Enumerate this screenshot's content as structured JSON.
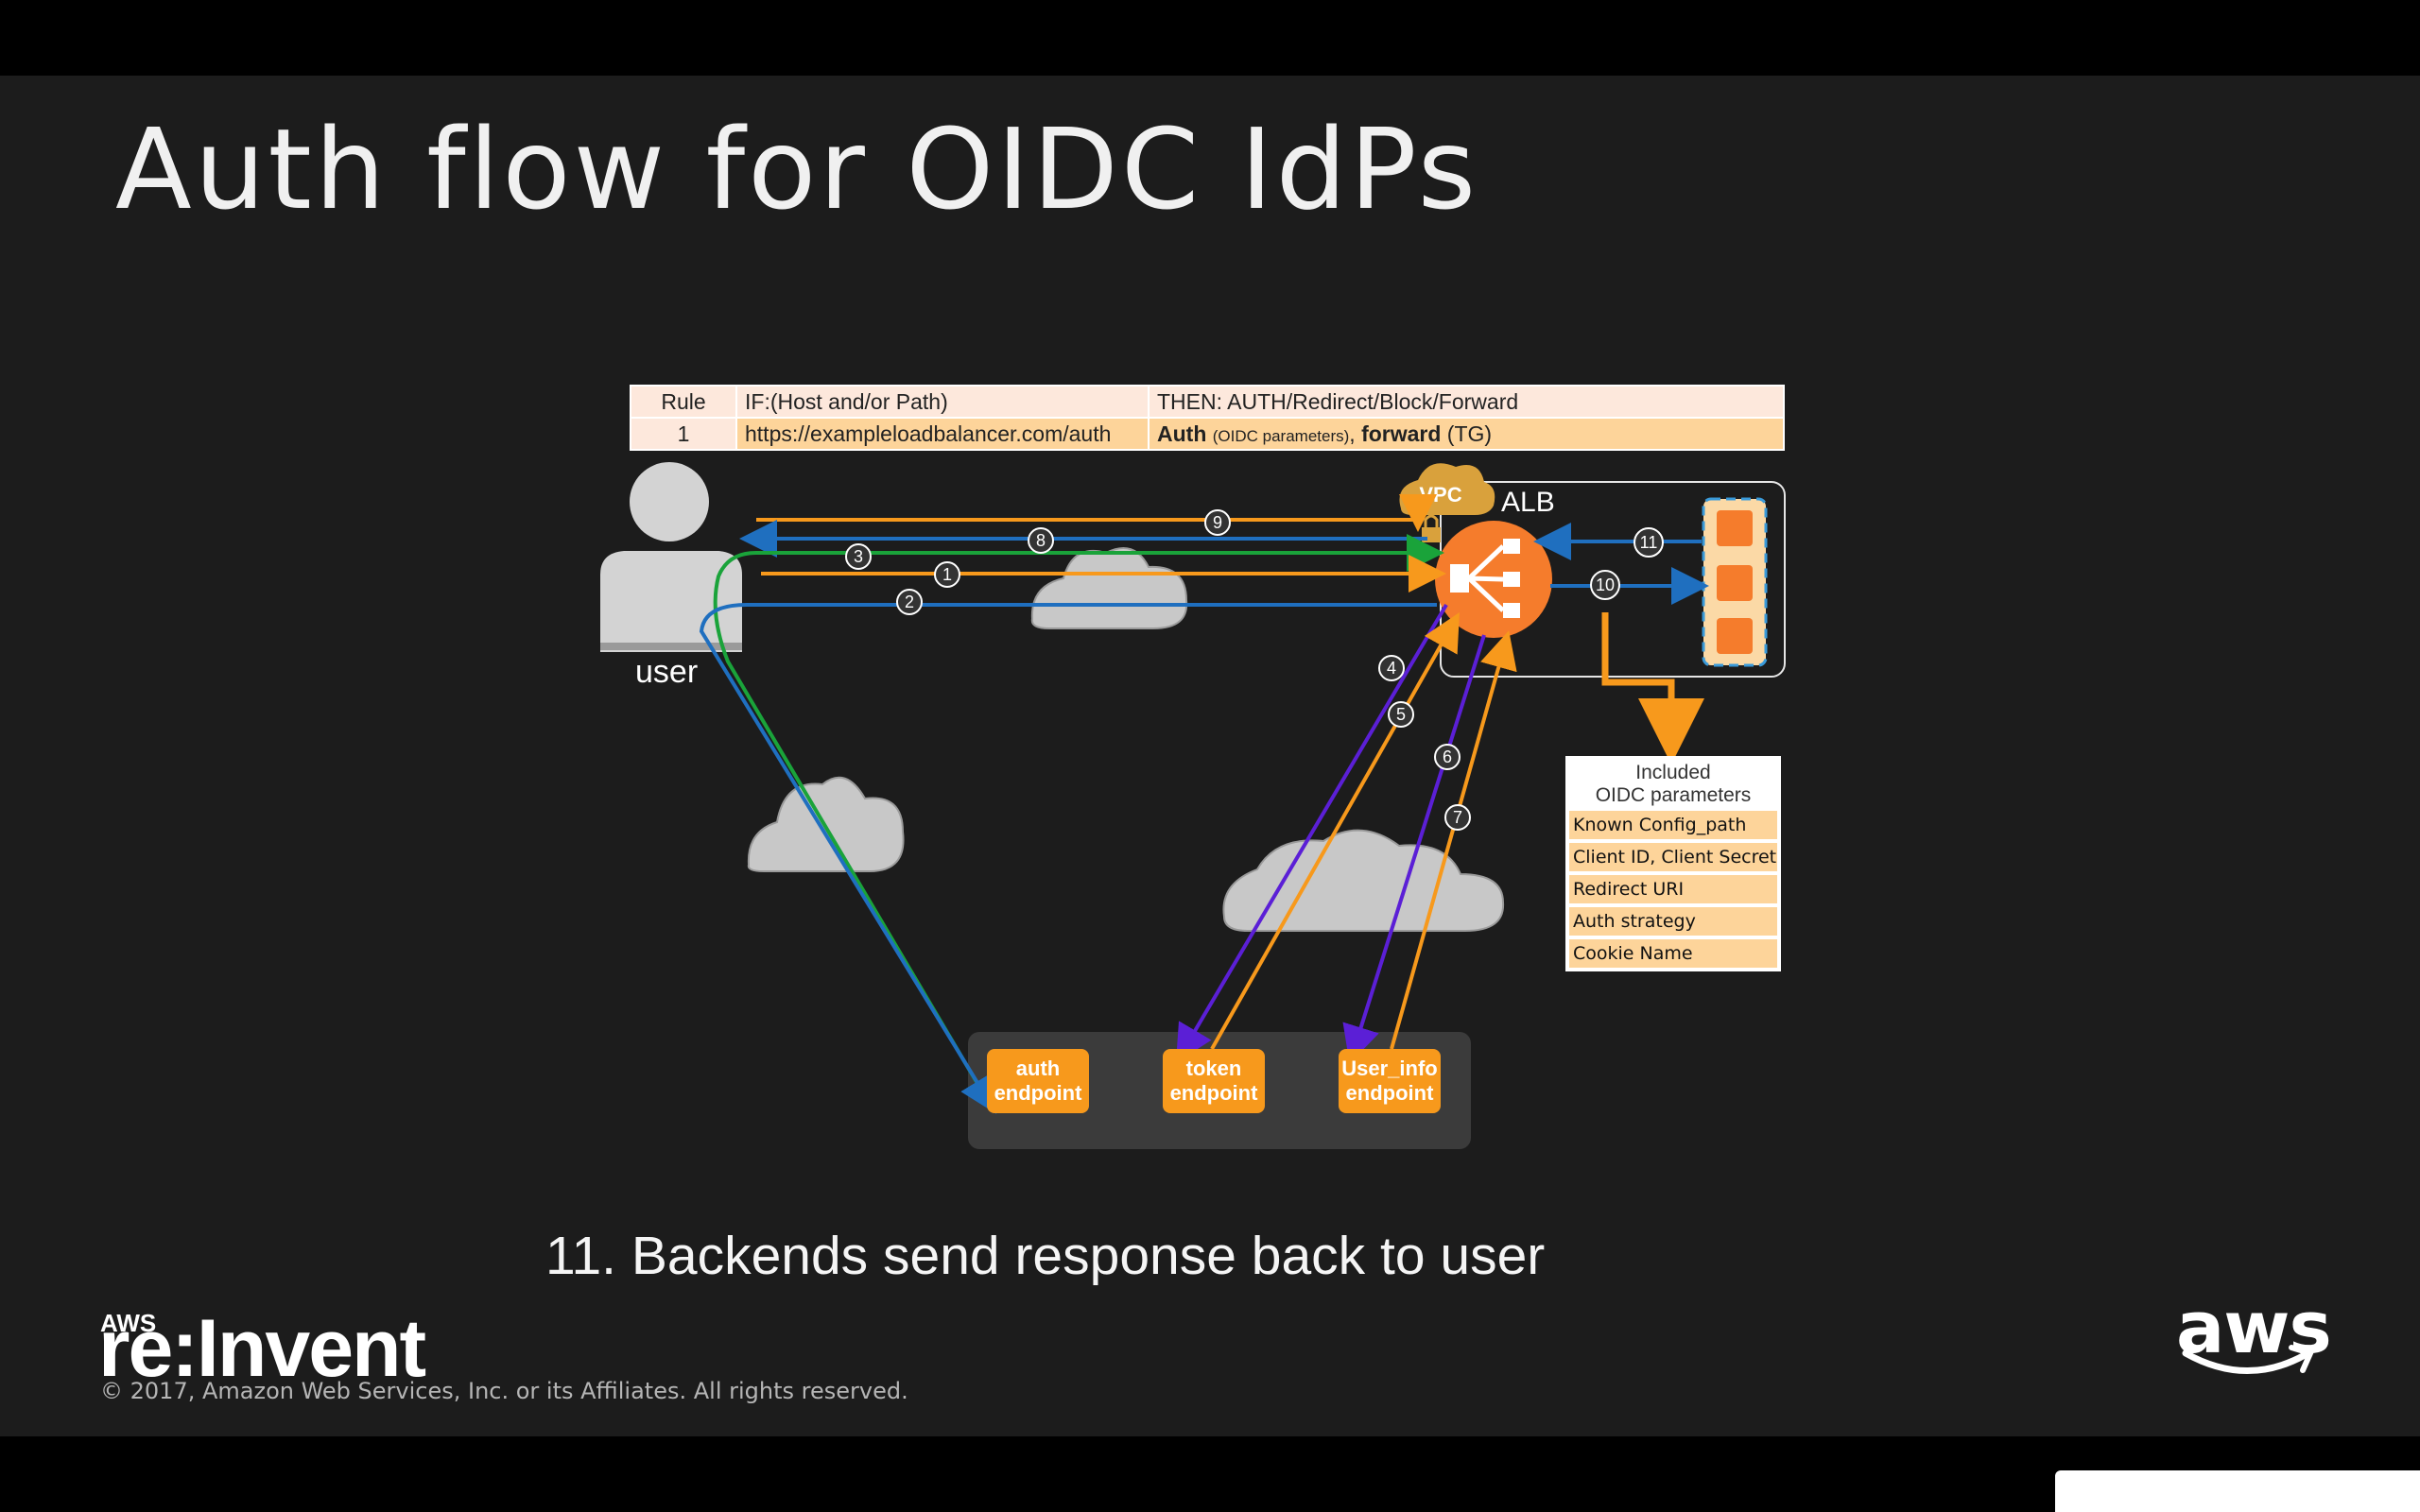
{
  "title": "Auth flow for OIDC IdPs",
  "caption": "11. Backends send response back to user",
  "rule_table": {
    "headers": [
      "Rule",
      "IF:(Host and/or Path)",
      "THEN: AUTH/Redirect/Block/Forward"
    ],
    "row": {
      "rule": "1",
      "condition": "https://exampleloadbalancer.com/auth",
      "action_auth": "Auth",
      "action_params": "(OIDC parameters)",
      "action_sep": ", ",
      "action_forward": "forward",
      "action_tg": " (TG)"
    }
  },
  "labels": {
    "user": "user",
    "alb": "ALB",
    "vpc": "VPC"
  },
  "endpoints": [
    {
      "line1": "auth",
      "line2": "endpoint"
    },
    {
      "line1": "token",
      "line2": "endpoint"
    },
    {
      "line1": "User_info",
      "line2": "endpoint"
    }
  ],
  "oidc_parameters": {
    "header_line1": "Included",
    "header_line2": "OIDC parameters",
    "items": [
      "Known Config_path",
      "Client ID,  Client Secret",
      "Redirect URI",
      "Auth strategy",
      "Cookie Name"
    ]
  },
  "steps": [
    "1",
    "2",
    "3",
    "4",
    "5",
    "6",
    "7",
    "8",
    "9",
    "10",
    "11"
  ],
  "colors": {
    "slide_bg": "#1c1c1c",
    "orange": "#f7991c",
    "blue": "#1f6fbf",
    "green": "#1aa33a",
    "purple": "#5b1fd6",
    "cloud": "#c8c8c8",
    "alb": "#f57c2c"
  },
  "footer": {
    "brand_small": "AWS",
    "brand_large": "re:Invent",
    "copyright": "© 2017, Amazon Web Services, Inc. or its Affiliates. All rights reserved.",
    "aws_logo": "aws"
  }
}
